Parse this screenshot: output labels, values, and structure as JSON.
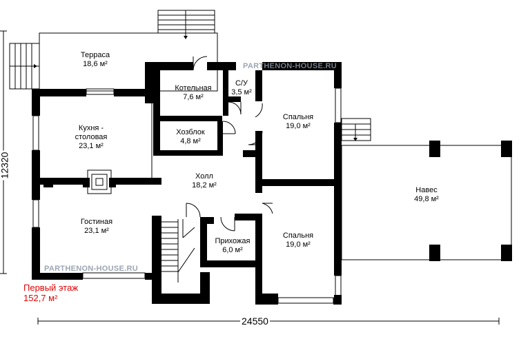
{
  "rooms": [
    {
      "name": "Терраса",
      "area": "18,6 м²"
    },
    {
      "name": "Котельная",
      "area": "7,6 м²"
    },
    {
      "name": "С/У",
      "area": "3,5 м²"
    },
    {
      "name": "Спальня",
      "area": "19,0 м²"
    },
    {
      "name": "Кухня -",
      "name2": "столовая",
      "area": "23,1 м²"
    },
    {
      "name": "Хозблок",
      "area": "4,8 м²"
    },
    {
      "name": "Холл",
      "area": "18,2 м²"
    },
    {
      "name": "Навес",
      "area": "49,8 м²"
    },
    {
      "name": "Гостиная",
      "area": "23,1 м²"
    },
    {
      "name": "Прихожая",
      "area": "6,0 м²"
    },
    {
      "name": "Спальня",
      "area": "19,0 м²"
    }
  ],
  "dimensions": {
    "width": "24550",
    "height": "12320"
  },
  "floor": {
    "title": "Первый этаж",
    "area": "152,7 м²"
  },
  "watermark": "PARTHENON-HOUSE.RU"
}
